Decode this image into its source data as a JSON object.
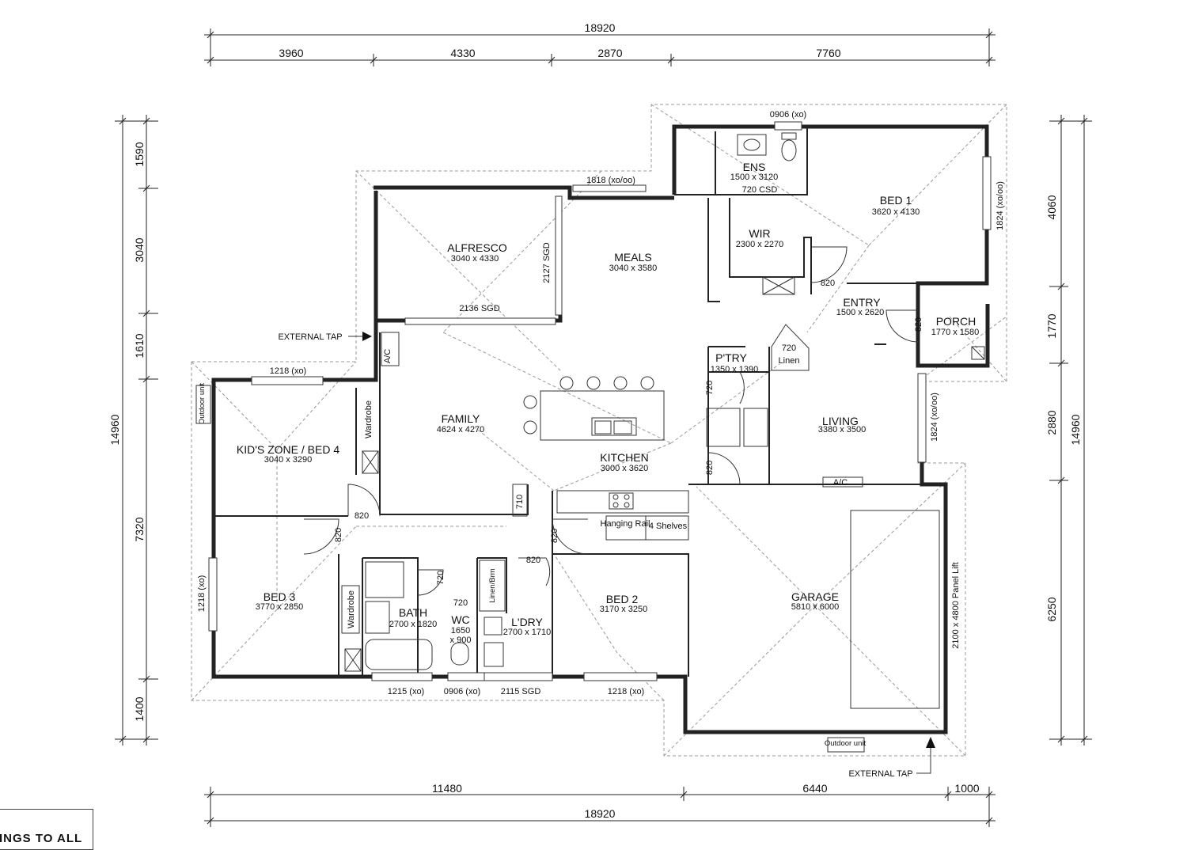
{
  "dims": {
    "top_total": "18920",
    "top_segments": [
      "3960",
      "4330",
      "2870",
      "7760"
    ],
    "bottom_total": "18920",
    "bottom_segments": [
      "11480",
      "6440",
      "1000"
    ],
    "left_segments": [
      "1590",
      "3040",
      "1610",
      "7320",
      "1400"
    ],
    "left_total": "14960",
    "right_segments": [
      "4060",
      "1770",
      "2880",
      "6250"
    ],
    "right_total": "14960"
  },
  "rooms": {
    "ens": {
      "name": "ENS",
      "size": "1500 x 3120"
    },
    "bed1": {
      "name": "BED 1",
      "size": "3620 x 4130"
    },
    "wir": {
      "name": "WIR",
      "size": "2300 x 2270"
    },
    "alfresco": {
      "name": "ALFRESCO",
      "size": "3040 x 4330"
    },
    "meals": {
      "name": "MEALS",
      "size": "3040 x 3580"
    },
    "entry": {
      "name": "ENTRY",
      "size": "1500 x 2620"
    },
    "porch": {
      "name": "PORCH",
      "size": "1770 x 1580"
    },
    "ptry": {
      "name": "P'TRY",
      "size": "1350 x 1390"
    },
    "family": {
      "name": "FAMILY",
      "size": "4624 x 4270"
    },
    "kitchen": {
      "name": "KITCHEN",
      "size": "3000 x 3620"
    },
    "living": {
      "name": "LIVING",
      "size": "3380 x 3500"
    },
    "kids": {
      "name": "KID'S ZONE / BED 4",
      "size": "3040 x 3290"
    },
    "bed3": {
      "name": "BED 3",
      "size": "3770 x 2850"
    },
    "bath": {
      "name": "BATH",
      "size": "2700 x 1820"
    },
    "wc": {
      "name": "WC",
      "size_a": "1650",
      "size_b": "x 900"
    },
    "ldry": {
      "name": "L'DRY",
      "size": "2700 x 1710"
    },
    "bed2": {
      "name": "BED 2",
      "size": "3170 x 3250"
    },
    "garage": {
      "name": "GARAGE",
      "size": "5810 x 6000"
    }
  },
  "labels": {
    "win_ens_top": "0906 (xo)",
    "win_meals_top": "1818 (xo/oo)",
    "csd": "720 CSD",
    "win_bed1_side": "1824 (xo/oo)",
    "sgd_alfresco_side": "2127 SGD",
    "sgd_alfresco_bottom": "2136 SGD",
    "door_820_wir": "820",
    "door_820_porch": "820",
    "linen_720": "720",
    "linen": "Linen",
    "ext_tap_left": "EXTERNAL TAP",
    "ac_family": "A/C",
    "win_kids_top": "1218 (xo)",
    "outdoor_unit_left": "Outdoor unit",
    "wardrobe_kids": "Wardrobe",
    "door_720_ptry": "720",
    "win_living_side": "1824 (xo/oo)",
    "door_820_kitchen": "820",
    "ac_living": "A/C",
    "d710": "710",
    "door_820_kids": "820",
    "door_820_bed3": "820",
    "hanging_rail": "Hanging Rail",
    "shelves": "4 Shelves",
    "door_820_bed2_side": "820",
    "door_820_ldry": "820",
    "door_720_bath": "720",
    "door_720_wc": "720",
    "linen_brm": "Linen/Brm",
    "win_bed3_side": "1218 (xo)",
    "wardrobe_bed3": "Wardrobe",
    "panel_lift": "2100 x 4800 Panel Lift",
    "win_bath_bottom": "1215 (xo)",
    "win_wc_bottom": "0906 (xo)",
    "sgd_ldry_bottom": "2115 SGD",
    "win_bed2_bottom": "1218 (xo)",
    "outdoor_unit_garage": "Outdoor unit",
    "ext_tap_garage": "EXTERNAL TAP"
  },
  "legend": {
    "text": "INGS TO ALL"
  }
}
